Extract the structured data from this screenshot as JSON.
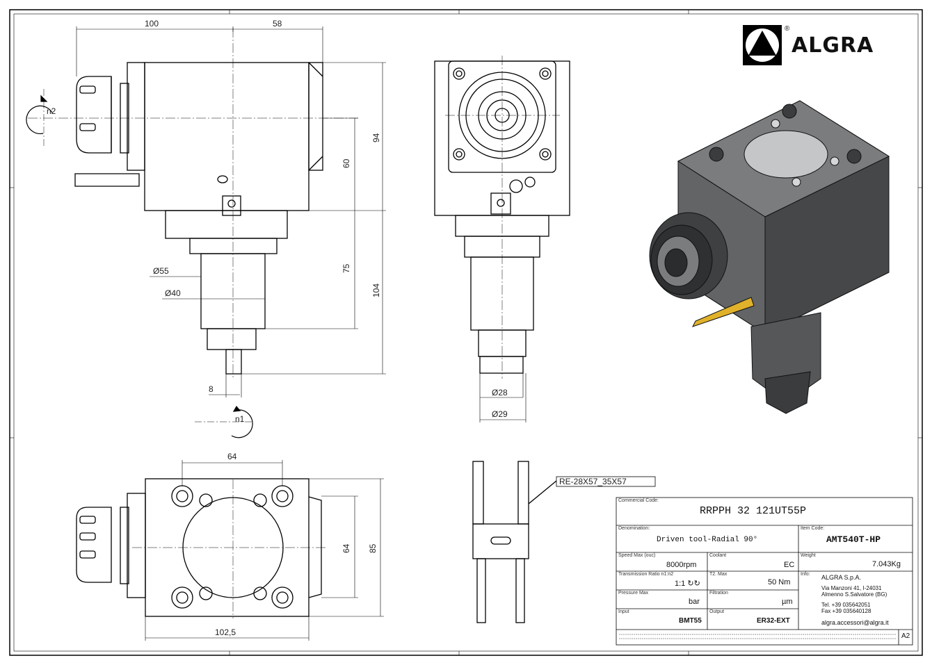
{
  "brand": {
    "name": "ALGRA",
    "registered": "®"
  },
  "dimensions": {
    "d100": "100",
    "d58": "58",
    "d94": "94",
    "d60": "60",
    "d75": "75",
    "d104": "104",
    "d8": "8",
    "dia55": "Ø55",
    "dia40": "Ø40",
    "dia28": "Ø28",
    "dia29": "Ø29",
    "d64_top": "64",
    "d64_side": "64",
    "d85": "85",
    "d102_5": "102,5"
  },
  "rotation_labels": {
    "n1": "n1",
    "n2": "n2"
  },
  "callout": "RE-28X57_35X57",
  "title_block": {
    "commercial_code_label": "Commercial Code:",
    "commercial_code": "RRPPH 32 121UT55P",
    "denomination_label": "Denomination:",
    "denomination": "Driven tool-Radial 90°",
    "item_code_label": "Item Code:",
    "item_code": "AMT540T-HP",
    "speed_label": "Speed Max (ouc)",
    "speed": "8000rpm",
    "coolant_label": "Coolant",
    "coolant": "EC",
    "weight_label": "Weight",
    "weight": "7.043Kg",
    "ratio_label": "Transmission Ratio n1:n2",
    "ratio": "1:1 ↻↻",
    "torque_label": "T2. Max",
    "torque": "50 Nm",
    "pressure_label": "Pressure Max",
    "pressure": "bar",
    "filtration_label": "Filtration",
    "filtration": "µm",
    "input_label": "Input",
    "input": "BMT55",
    "output_label": "Output",
    "output": "ER32-EXT",
    "info_label": "Info:",
    "info_lines": [
      "ALGRA S.p.A.",
      "Via Manzoni 41, I-24031",
      "Almenno S.Salvatore (BG)",
      "Tel. +39 035642051",
      "Fax +39 035640128",
      "algra.accessori@algra.it"
    ],
    "sheet_size": "A2"
  }
}
